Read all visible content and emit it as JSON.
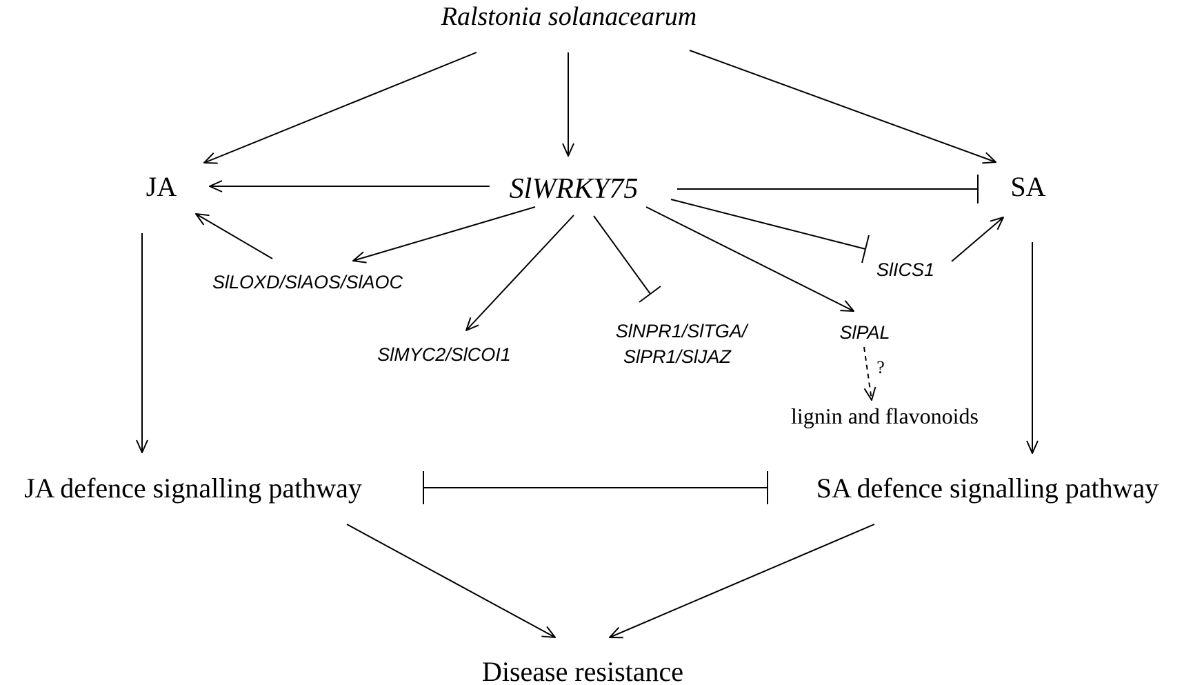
{
  "nodes": {
    "pathogen": "Ralstonia solanacearum",
    "wrky": "SlWRKY75",
    "ja": "JA",
    "sa": "SA",
    "ja_genes": "SlLOXD/SlAOS/SlAOC",
    "myc_genes": "SlMYC2/SlCOI1",
    "npr_genes_line1": "SlNPR1/SlTGA/",
    "npr_genes_line2": "SlPR1/SlJAZ",
    "pal": "SlPAL",
    "ics": "SlICS1",
    "question": "?",
    "lignin": "lignin and flavonoids",
    "ja_pathway": "JA defence signalling pathway",
    "sa_pathway": "SA defence signalling pathway",
    "resistance": "Disease resistance"
  },
  "edges": [
    {
      "from": "pathogen",
      "to": "ja",
      "type": "activation"
    },
    {
      "from": "pathogen",
      "to": "wrky",
      "type": "activation"
    },
    {
      "from": "pathogen",
      "to": "sa",
      "type": "activation"
    },
    {
      "from": "wrky",
      "to": "ja",
      "type": "activation"
    },
    {
      "from": "wrky",
      "to": "sa",
      "type": "inhibition"
    },
    {
      "from": "wrky",
      "to": "ja_genes",
      "type": "activation"
    },
    {
      "from": "ja_genes",
      "to": "ja",
      "type": "activation"
    },
    {
      "from": "wrky",
      "to": "myc_genes",
      "type": "activation"
    },
    {
      "from": "wrky",
      "to": "npr_genes",
      "type": "inhibition"
    },
    {
      "from": "wrky",
      "to": "pal",
      "type": "activation"
    },
    {
      "from": "wrky",
      "to": "ics",
      "type": "inhibition"
    },
    {
      "from": "ics",
      "to": "sa",
      "type": "activation"
    },
    {
      "from": "pal",
      "to": "lignin",
      "type": "uncertain"
    },
    {
      "from": "ja",
      "to": "ja_pathway",
      "type": "activation"
    },
    {
      "from": "sa",
      "to": "sa_pathway",
      "type": "activation"
    },
    {
      "from": "ja_pathway",
      "to": "sa_pathway",
      "type": "mutual-inhibition"
    },
    {
      "from": "ja_pathway",
      "to": "resistance",
      "type": "activation"
    },
    {
      "from": "sa_pathway",
      "to": "resistance",
      "type": "activation"
    }
  ]
}
